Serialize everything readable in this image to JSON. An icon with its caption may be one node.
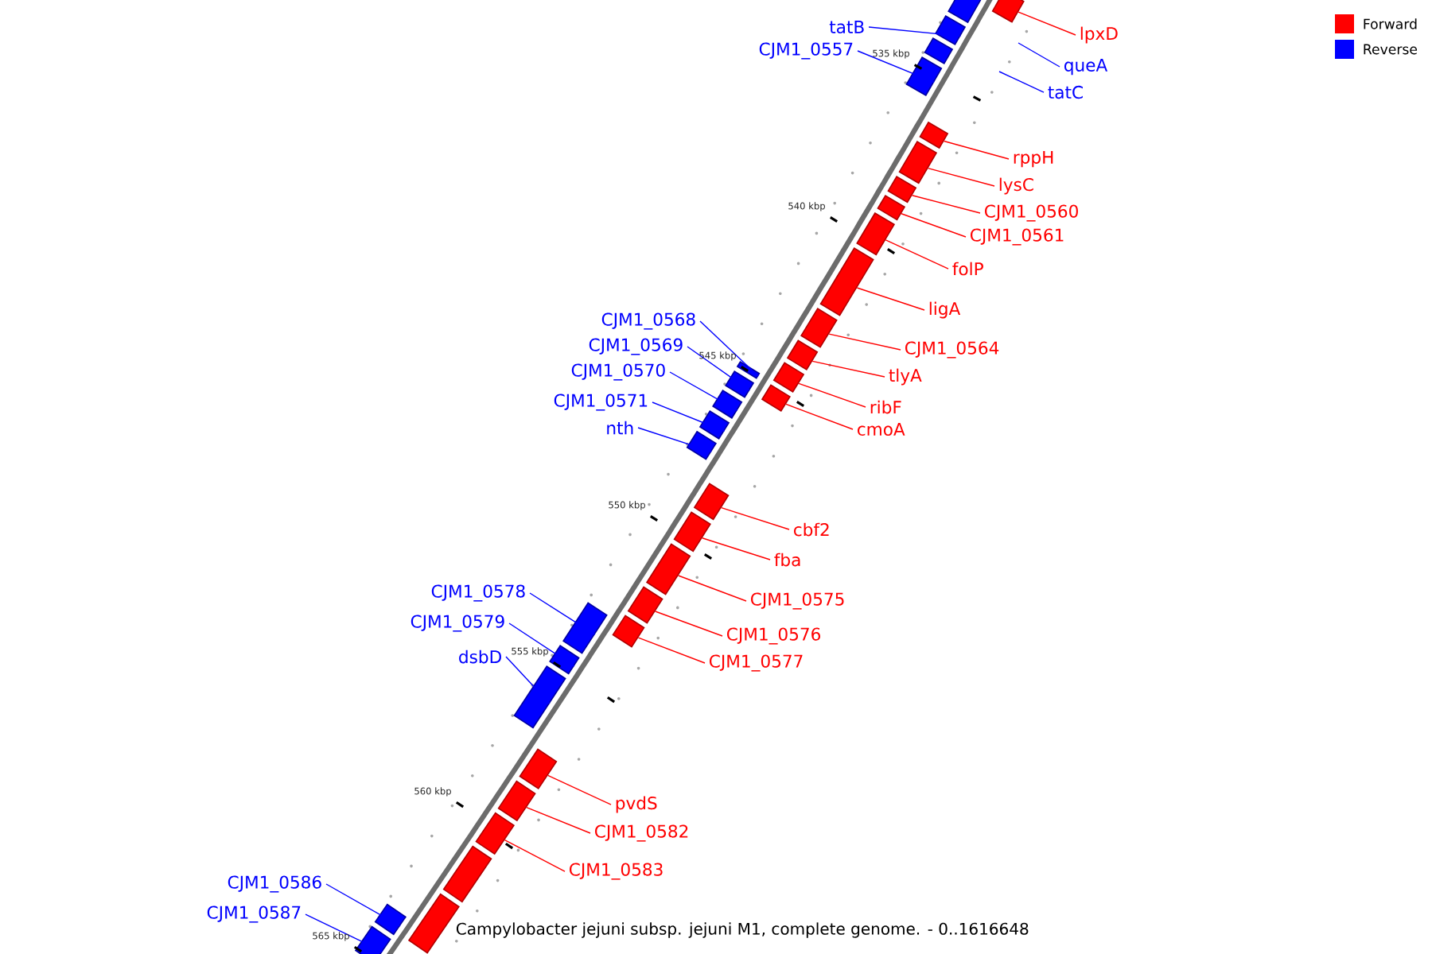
{
  "diagram": {
    "nodes": [
      {
        "text": [
          "lpxD"
        ]
      },
      {
        "text": [],
        "shape": "arrow"
      },
      {
        "text": [],
        "shape": "arrow"
      },
      {
        "text": [
          "tatB"
        ]
      },
      {
        "text": [],
        "shape": "arrow"
      },
      {
        "text": [],
        "shape": "arrow"
      },
      {
        "text": [
          "CJM1_0557"
        ]
      },
      {
        "text": [],
        "shape": "arrow"
      },
      {
        "text": [
          "queA"
        ]
      },
      {
        "text": [
          "tatC"
        ]
      },
      {
        "text": [
          "rppH"
        ]
      },
      {
        "text": [],
        "shape": "arrow"
      },
      {
        "text": [
          "lysC"
        ]
      },
      {
        "text": [],
        "shape": "arrow"
      },
      {
        "text": [
          "CJM1_0560"
        ]
      },
      {
        "text": [],
        "shape": "arrow"
      },
      {
        "text": [
          "CJM1_0561"
        ]
      },
      {
        "text": [],
        "shape": "arrow"
      },
      {
        "text": [
          "folP"
        ]
      },
      {
        "text": [],
        "shape": "arrow"
      },
      {
        "text": [
          "ligA"
        ]
      },
      {
        "text": [],
        "shape": "arrow"
      },
      {
        "text": [
          "CJM1_0564"
        ]
      },
      {
        "text": [],
        "shape": "arrow"
      },
      {
        "text": [
          "tlyA"
        ]
      },
      {
        "text": [],
        "shape": "arrow"
      },
      {
        "text": [
          "ribF"
        ]
      },
      {
        "text": [],
        "shape": "arrow"
      },
      {
        "text": [
          "cmoA"
        ]
      },
      {
        "text": [],
        "shape": "arrow"
      },
      {
        "text": [
          "CJM1_0568"
        ]
      },
      {
        "text": [],
        "shape": "arrow"
      },
      {
        "text": [
          "CJM1_0569"
        ]
      },
      {
        "text": [],
        "shape": "arrow"
      },
      {
        "text": [
          "CJM1_0570"
        ]
      },
      {
        "text": [],
        "shape": "arrow"
      },
      {
        "text": [
          "CJM1_0571"
        ]
      },
      {
        "text": [],
        "shape": "arrow"
      },
      {
        "text": [
          "nth"
        ]
      },
      {
        "text": [],
        "shape": "arrow"
      },
      {
        "text": [
          "cbf2"
        ]
      },
      {
        "text": [],
        "shape": "arrow"
      },
      {
        "text": [
          "fba"
        ]
      },
      {
        "text": [],
        "shape": "arrow"
      },
      {
        "text": [
          "CJM1_0575"
        ]
      },
      {
        "text": [],
        "shape": "arrow"
      },
      {
        "text": [
          "CJM1_0576"
        ]
      },
      {
        "text": [],
        "shape": "arrow"
      },
      {
        "text": [
          "CJM1_0577"
        ]
      },
      {
        "text": [],
        "shape": "arrow"
      },
      {
        "text": [
          "CJM1_0578"
        ]
      },
      {
        "text": [],
        "shape": "arrow"
      },
      {
        "text": [
          "CJM1_0579"
        ]
      },
      {
        "text": [],
        "shape": "arrow"
      },
      {
        "text": [
          "dsbD"
        ]
      },
      {
        "text": [],
        "shape": "arrow"
      },
      {
        "text": [
          "pvdS"
        ]
      },
      {
        "text": [],
        "shape": "arrow"
      },
      {
        "text": [
          "CJM1_0582"
        ]
      },
      {
        "text": [],
        "shape": "arrow"
      },
      {
        "text": [
          "CJM1_0583"
        ]
      },
      {
        "text": [],
        "shape": "arrow"
      },
      {
        "text": [],
        "shape": "arrow"
      },
      {
        "text": [],
        "shape": "arrow"
      },
      {
        "text": [
          "CJM1_0586"
        ]
      },
      {
        "text": [],
        "shape": "arrow"
      },
      {
        "text": [
          "CJM1_0587"
        ]
      },
      {
        "text": [],
        "shape": "arrow"
      }
    ],
    "edges": [
      {
        "from": 0,
        "to": 1,
        "arrow": "none"
      },
      {
        "from": 3,
        "to": 4,
        "arrow": "none",
        "color": "#0000ff"
      },
      {
        "from": 6,
        "to": 7,
        "arrow": "none",
        "color": "#0000ff"
      },
      {
        "from": 8,
        "to": null,
        "arrow": "none",
        "color": "#0000ff"
      },
      {
        "from": 9,
        "to": null,
        "arrow": "none",
        "color": "#0000ff"
      },
      {
        "from": 10,
        "to": 11,
        "arrow": "none"
      },
      {
        "from": 12,
        "to": 13,
        "arrow": "none"
      },
      {
        "from": 14,
        "to": 15,
        "arrow": "none"
      },
      {
        "from": 16,
        "to": 17,
        "arrow": "none"
      },
      {
        "from": 18,
        "to": 19,
        "arrow": "none"
      },
      {
        "from": 20,
        "to": 21,
        "arrow": "none"
      },
      {
        "from": 22,
        "to": 23,
        "arrow": "none"
      },
      {
        "from": 24,
        "to": 25,
        "arrow": "none"
      },
      {
        "from": 26,
        "to": 27,
        "arrow": "none"
      },
      {
        "from": 28,
        "to": 29,
        "arrow": "none"
      },
      {
        "from": 30,
        "to": 31,
        "arrow": "none",
        "color": "#0000ff"
      },
      {
        "from": 32,
        "to": 33,
        "arrow": "none",
        "color": "#0000ff"
      },
      {
        "from": 34,
        "to": 35,
        "arrow": "none",
        "color": "#0000ff"
      },
      {
        "from": 36,
        "to": 37,
        "arrow": "none",
        "color": "#0000ff"
      },
      {
        "from": 38,
        "to": 39,
        "arrow": "none",
        "color": "#0000ff"
      },
      {
        "from": 40,
        "to": 41,
        "arrow": "none"
      },
      {
        "from": 42,
        "to": 43,
        "arrow": "none"
      },
      {
        "from": 44,
        "to": 45,
        "arrow": "none"
      },
      {
        "from": 46,
        "to": 47,
        "arrow": "none"
      },
      {
        "from": 48,
        "to": 49,
        "arrow": "none"
      },
      {
        "from": 50,
        "to": 51,
        "arrow": "none",
        "color": "#0000ff"
      },
      {
        "from": 52,
        "to": 53,
        "arrow": "none",
        "color": "#0000ff"
      },
      {
        "from": 54,
        "to": 55,
        "arrow": "none",
        "color": "#0000ff"
      },
      {
        "from": 56,
        "to": 57,
        "arrow": "none"
      },
      {
        "from": 58,
        "to": 59,
        "arrow": "none"
      },
      {
        "from": 60,
        "to": 61,
        "arrow": "none"
      },
      {
        "from": 64,
        "to": 65,
        "arrow": "none",
        "color": "#0000ff"
      },
      {
        "from": 66,
        "to": 67,
        "arrow": "none",
        "color": "#0000ff"
      }
    ],
    "labels": [
      "535 kbp",
      "540 kbp",
      "545 kbp",
      "550 kbp",
      "555 kbp",
      "560 kbp",
      "Campylobacter jejuni subsp. jejuni M1, complete genome. - 0..1616648",
      "565 kbp"
    ],
    "legend": [
      {
        "text": "Forward",
        "color": "#ff0000"
      },
      {
        "text": "Reverse",
        "color": "#0000ff"
      }
    ]
  }
}
